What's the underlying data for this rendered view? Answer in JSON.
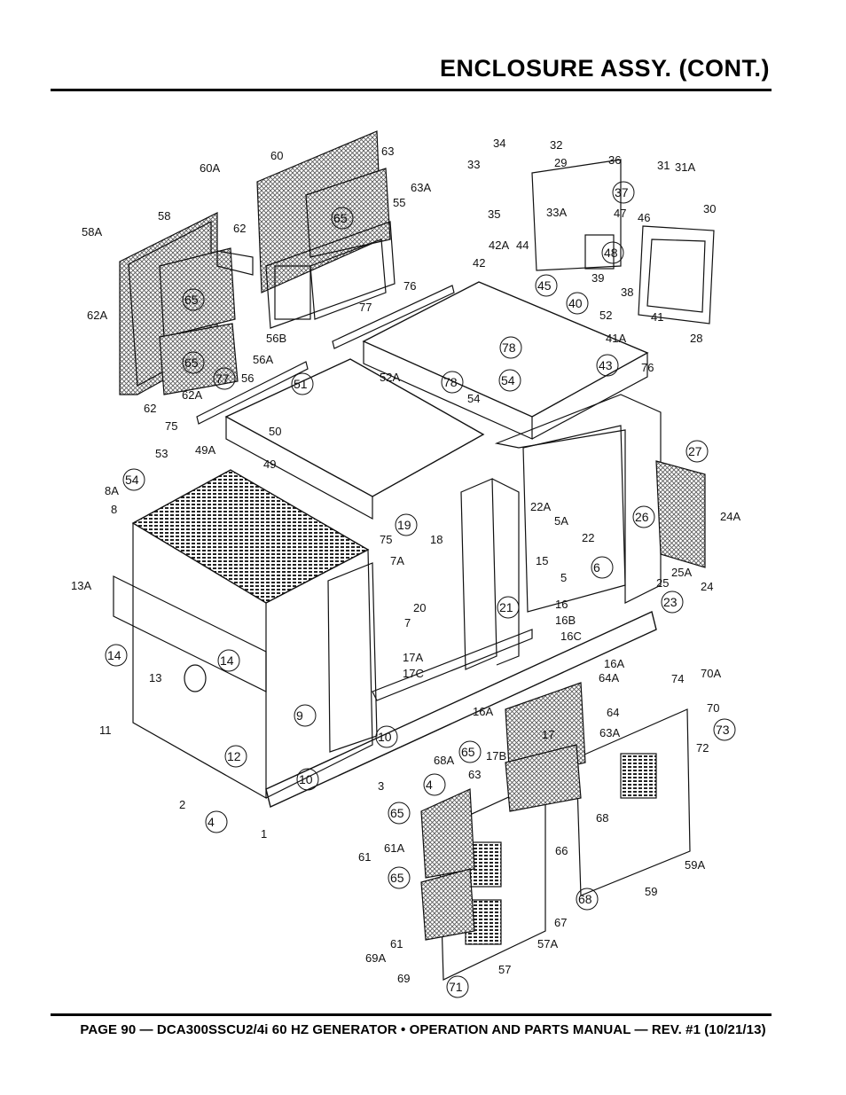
{
  "header": {
    "title": "ENCLOSURE ASSY. (CONT.)"
  },
  "footer": {
    "text": "PAGE 90 — DCA300SSCU2/4i 60 HZ GENERATOR • OPERATION AND PARTS MANUAL — REV. #1 (10/21/13)"
  },
  "part_labels": [
    "60A",
    "60",
    "63",
    "63A",
    "65",
    "55",
    "58A",
    "58",
    "62",
    "62A",
    "65",
    "56B",
    "56A",
    "56",
    "77",
    "65",
    "62A",
    "62",
    "34",
    "32",
    "33",
    "29",
    "36",
    "37",
    "33A",
    "35",
    "47",
    "46",
    "30",
    "31",
    "31A",
    "48",
    "42A",
    "44",
    "42",
    "45",
    "39",
    "40",
    "52",
    "38",
    "41A",
    "41",
    "28",
    "77",
    "76",
    "52A",
    "78",
    "54",
    "43",
    "76",
    "78",
    "51",
    "54",
    "50",
    "49A",
    "49",
    "75",
    "53",
    "54",
    "8A",
    "8",
    "22A",
    "5A",
    "22",
    "26",
    "27",
    "24A",
    "25A",
    "25",
    "24",
    "23",
    "19",
    "18",
    "75",
    "7A",
    "15",
    "6",
    "5",
    "13A",
    "20",
    "21",
    "16",
    "16B",
    "16C",
    "7",
    "14",
    "13",
    "14",
    "17A",
    "17C",
    "16A",
    "64A",
    "74",
    "70A",
    "70",
    "73",
    "72",
    "11",
    "9",
    "16A",
    "64",
    "17",
    "63A",
    "12",
    "10",
    "65",
    "17B",
    "68A",
    "63",
    "10",
    "3",
    "4",
    "2",
    "4",
    "1",
    "65",
    "61A",
    "61",
    "66",
    "68",
    "59A",
    "65",
    "59",
    "68",
    "67",
    "57A",
    "61",
    "69A",
    "69",
    "71",
    "57"
  ]
}
